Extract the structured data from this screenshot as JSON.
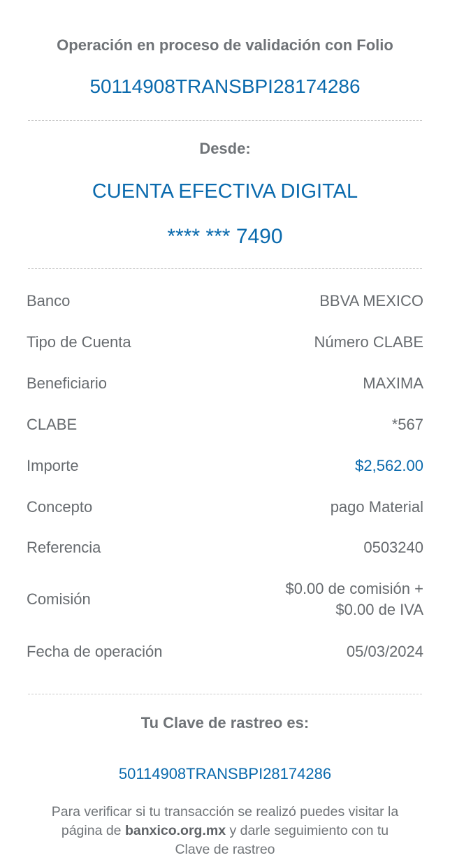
{
  "header": {
    "title": "Operación en proceso de validación con Folio",
    "folio": "50114908TRANSBPI28174286"
  },
  "origin": {
    "label": "Desde:",
    "account_name": "CUENTA EFECTIVA DIGITAL",
    "account_masked": "**** *** 7490"
  },
  "details": [
    {
      "label": "Banco",
      "value": "BBVA MEXICO"
    },
    {
      "label": "Tipo de Cuenta",
      "value": "Número CLABE"
    },
    {
      "label": "Beneficiario",
      "value": "MAXIMA"
    },
    {
      "label": "CLABE",
      "value": "*567"
    },
    {
      "label": "Importe",
      "value": "$2,562.00"
    },
    {
      "label": "Concepto",
      "value": "pago Material"
    },
    {
      "label": "Referencia",
      "value": "0503240"
    },
    {
      "label": "Comisión",
      "value_line1": "$0.00 de comisión +",
      "value_line2": "$0.00 de IVA"
    },
    {
      "label": "Fecha de operación",
      "value": "05/03/2024"
    }
  ],
  "tracking": {
    "label": "Tu Clave de rastreo es:",
    "code": "50114908TRANSBPI28174286",
    "info_part1": "Para verificar si tu transacción se realizó puedes visitar la página de ",
    "info_link": "banxico.org.mx",
    "info_part2": " y darle seguimiento con tu Clave de rastreo"
  },
  "colors": {
    "accent": "#0a6aad",
    "text": "#6f7377"
  }
}
